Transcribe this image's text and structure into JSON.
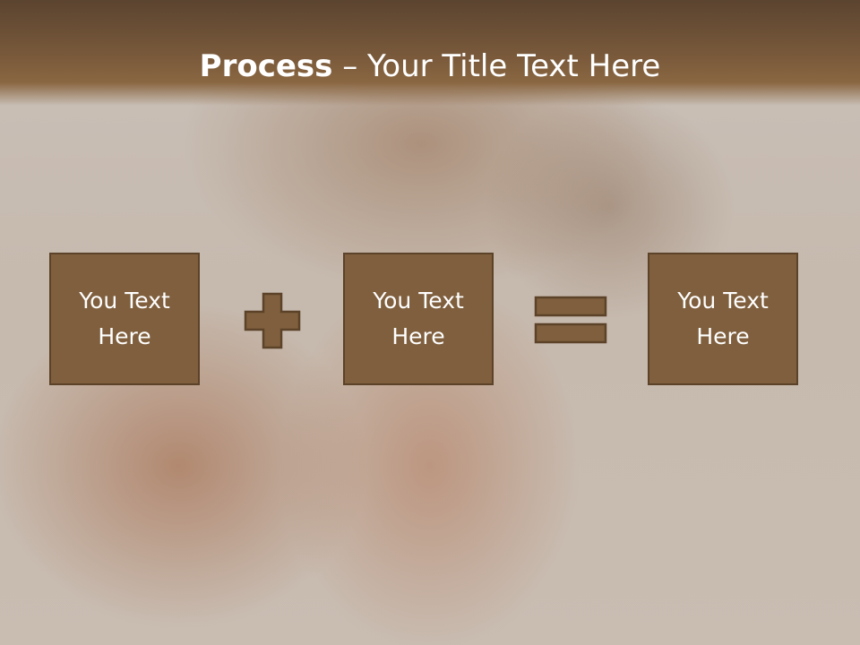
{
  "slide": {
    "title_bold": "Process",
    "title_separator": " – ",
    "title_rest": "Your Title Text Here",
    "boxes": [
      {
        "text": "You Text\nHere"
      },
      {
        "text": "You Text\nHere"
      },
      {
        "text": "You Text\nHere"
      }
    ],
    "operators": [
      "plus-icon",
      "equals-icon"
    ]
  },
  "colors": {
    "header": "#7a5a3b",
    "box_fill": "#7f5f3d",
    "box_border": "#5b4228",
    "text": "#ffffff"
  }
}
